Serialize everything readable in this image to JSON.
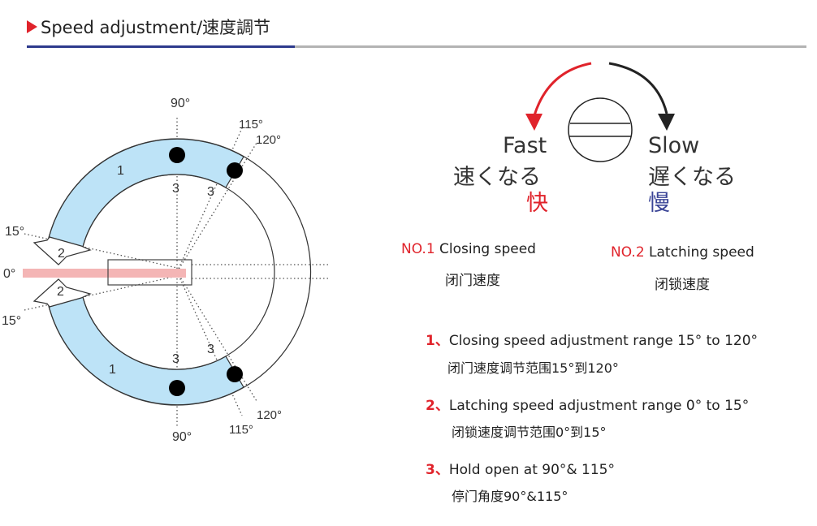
{
  "header": {
    "title": "Speed adjustment/速度調节"
  },
  "diagram": {
    "angle_labels": {
      "top_90": "90°",
      "top_115": "115°",
      "top_120": "120°",
      "left_15_top": "15°",
      "left_0": "0°",
      "left_15_bottom": "15°",
      "bottom_120": "120°",
      "bottom_115": "115°",
      "bottom_90": "90°"
    },
    "zone_labels": {
      "one": "1",
      "two": "2",
      "three": "3"
    },
    "colors": {
      "band": "#bde3f7",
      "door": "#f4b5b5"
    }
  },
  "valve": {
    "fast_en": "Fast",
    "fast_jp": "速くなる",
    "fast_cn": "快",
    "slow_en": "Slow",
    "slow_jp": "遅くなる",
    "slow_cn": "慢",
    "colors": {
      "fast": "#e0232b",
      "slow": "#222222"
    }
  },
  "speeds": [
    {
      "no": "NO.1",
      "label": "Closing speed",
      "cn": "闭门速度"
    },
    {
      "no": "NO.2",
      "label": "Latching speed",
      "cn": "闭锁速度"
    }
  ],
  "notes": [
    {
      "num": "1、",
      "en": "Closing speed adjustment range 15° to 120°",
      "cn": "闭门速度调节范围15°到120°"
    },
    {
      "num": "2、",
      "en": "Latching speed adjustment range 0° to 15°",
      "cn": "闭锁速度调节范围0°到15°"
    },
    {
      "num": "3、",
      "en": "Hold open at 90°& 115°",
      "cn": "停门角度90°&115°"
    }
  ]
}
